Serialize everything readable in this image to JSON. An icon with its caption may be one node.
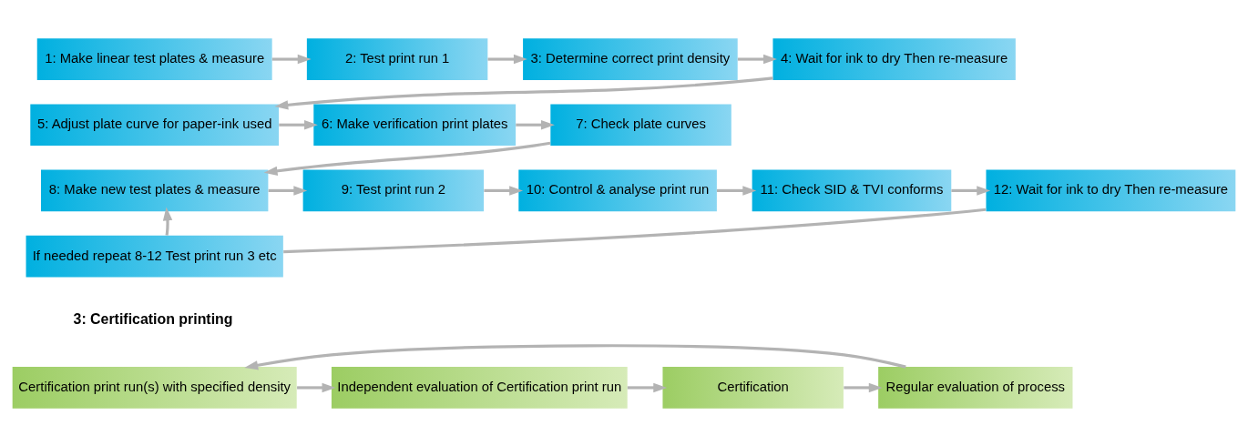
{
  "diagram": {
    "nodes": [
      {
        "text": [
          "1: Make linear test plates & measure"
        ]
      },
      {
        "text": [
          "2: Test print run 1"
        ]
      },
      {
        "text": [
          "3: Determine correct print density"
        ]
      },
      {
        "text": [
          "4: Wait for ink to dry Then re-measure"
        ]
      },
      {
        "text": [
          "5: Adjust plate curve for paper-ink used"
        ]
      },
      {
        "text": [
          "6: Make verification print plates"
        ]
      },
      {
        "text": [
          "7: Check plate curves"
        ]
      },
      {
        "text": [
          "8: Make new test plates & measure"
        ]
      },
      {
        "text": [
          "9: Test print run 2"
        ]
      },
      {
        "text": [
          "10: Control & analyse print run"
        ]
      },
      {
        "text": [
          "11: Check SID & TVI conforms"
        ]
      },
      {
        "text": [
          "12: Wait for ink to dry Then re-measure"
        ]
      },
      {
        "text": [
          "If needed repeat 8-12 Test print run 3 etc"
        ]
      },
      {
        "text": [
          "Certification print run(s) with specified density"
        ]
      },
      {
        "text": [
          "Independent evaluation of Certification print run"
        ]
      },
      {
        "text": [
          "Certification"
        ]
      },
      {
        "text": [
          "Regular evaluation of process"
        ]
      }
    ],
    "edges": [
      {
        "from": 0,
        "to": 1,
        "arrow": "to"
      },
      {
        "from": 1,
        "to": 2,
        "arrow": "to"
      },
      {
        "from": 2,
        "to": 3,
        "arrow": "to"
      },
      {
        "from": 3,
        "to": 4,
        "arrow": "to"
      },
      {
        "from": 4,
        "to": 5,
        "arrow": "to"
      },
      {
        "from": 5,
        "to": 6,
        "arrow": "to"
      },
      {
        "from": 6,
        "to": 7,
        "arrow": "to"
      },
      {
        "from": 7,
        "to": 8,
        "arrow": "to"
      },
      {
        "from": 8,
        "to": 9,
        "arrow": "to"
      },
      {
        "from": 9,
        "to": 10,
        "arrow": "to"
      },
      {
        "from": 10,
        "to": 11,
        "arrow": "to"
      },
      {
        "from": 11,
        "to": 12,
        "arrow": "none"
      },
      {
        "from": 12,
        "to": 7,
        "arrow": "to"
      },
      {
        "from": 13,
        "to": 14,
        "arrow": "to"
      },
      {
        "from": 14,
        "to": 15,
        "arrow": "to"
      },
      {
        "from": 15,
        "to": 16,
        "arrow": "to"
      },
      {
        "from": 16,
        "to": 13,
        "arrow": "to"
      }
    ],
    "labels": [
      "3: Certification printing"
    ]
  }
}
